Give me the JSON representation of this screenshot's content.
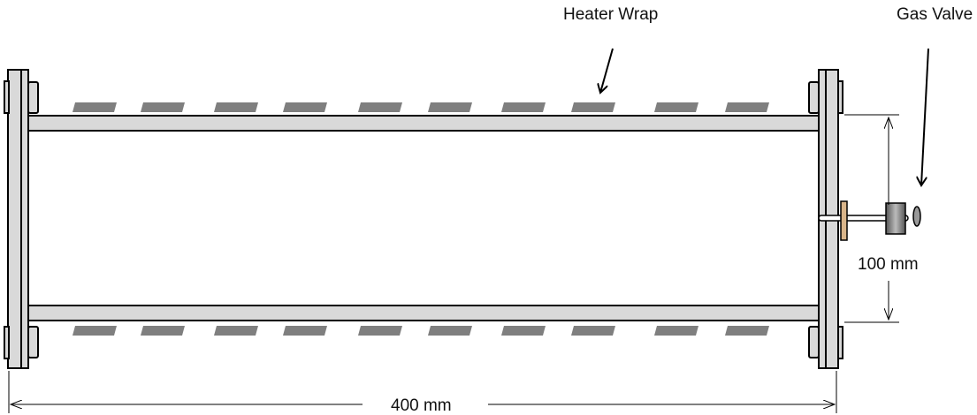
{
  "labels": {
    "heater_wrap": "Heater Wrap",
    "gas_valve": "Gas Valve",
    "diameter": "100 mm",
    "length": "400 mm"
  },
  "colors": {
    "tube": "#d9d9d9",
    "heater_pad": "#7f7f7f",
    "gasket": "#d9b58a",
    "outline": "#000000"
  },
  "heater_pad_count": 10
}
